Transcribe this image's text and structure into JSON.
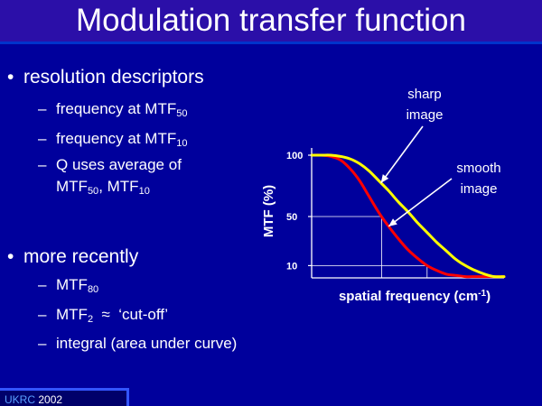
{
  "slide": {
    "title": "Modulation transfer function"
  },
  "bullets": [
    {
      "text": "resolution descriptors",
      "subs": [
        {
          "pre": "frequency at MTF",
          "sub": "50",
          "post": ""
        },
        {
          "pre": "frequency at MTF",
          "sub": "10",
          "post": ""
        },
        {
          "pre": "Q  uses average of",
          "sub": "",
          "post": ""
        },
        {
          "pre": "MTF",
          "sub": "50",
          "mid": ", MTF",
          "sub2": "10"
        }
      ]
    },
    {
      "text": "more recently",
      "subs": [
        {
          "pre": "MTF",
          "sub": "80",
          "post": ""
        },
        {
          "pre": "MTF",
          "sub": "2",
          "post": "  ≈  ‘cut-off’"
        },
        {
          "pre": "integral (area under curve)",
          "sub": "",
          "post": ""
        }
      ]
    }
  ],
  "footer": {
    "org_hl": "UK",
    "org_rest": "RC",
    "year": "2002"
  },
  "chart_data": {
    "type": "line",
    "ylabel": "MTF (%)",
    "xlabel_main": "spatial frequency (cm",
    "xlabel_sup": "-1",
    "xlabel_end": ")",
    "ytick_labels": [
      "100",
      "50",
      "10"
    ],
    "yticks": [
      100,
      50,
      10
    ],
    "ylim": [
      0,
      100
    ],
    "xlim": [
      0,
      1
    ],
    "series": [
      {
        "name": "sharp image",
        "color": "#ffff00",
        "x": [
          0,
          0.05,
          0.1,
          0.15,
          0.2,
          0.25,
          0.3,
          0.35,
          0.4,
          0.45,
          0.5,
          0.55,
          0.6,
          0.65,
          0.7,
          0.75,
          0.8,
          0.85,
          0.9,
          0.95,
          1.0
        ],
        "y": [
          100,
          100,
          100,
          99,
          97,
          93,
          87,
          79,
          71,
          62,
          54,
          45,
          37,
          29,
          22,
          15,
          10,
          6,
          3,
          1,
          1
        ]
      },
      {
        "name": "smooth image",
        "color": "#ff0000",
        "x": [
          0,
          0.05,
          0.1,
          0.15,
          0.2,
          0.25,
          0.3,
          0.35,
          0.4,
          0.45,
          0.5,
          0.55,
          0.6,
          0.65,
          0.7,
          0.75,
          0.8,
          0.85,
          0.9,
          0.95,
          1.0
        ],
        "y": [
          100,
          100,
          99,
          96,
          89,
          79,
          66,
          53,
          42,
          32,
          23,
          16,
          10,
          6,
          3,
          2,
          1,
          1,
          1,
          1,
          1
        ]
      }
    ],
    "annotations": [
      {
        "label_line1": "sharp",
        "label_line2": "image",
        "target_series": 0
      },
      {
        "label_line1": "smooth",
        "label_line2": "image",
        "target_series": 1
      }
    ],
    "grid": false,
    "colors": {
      "axis": "#ffffff",
      "guide": "#ffffff"
    }
  }
}
